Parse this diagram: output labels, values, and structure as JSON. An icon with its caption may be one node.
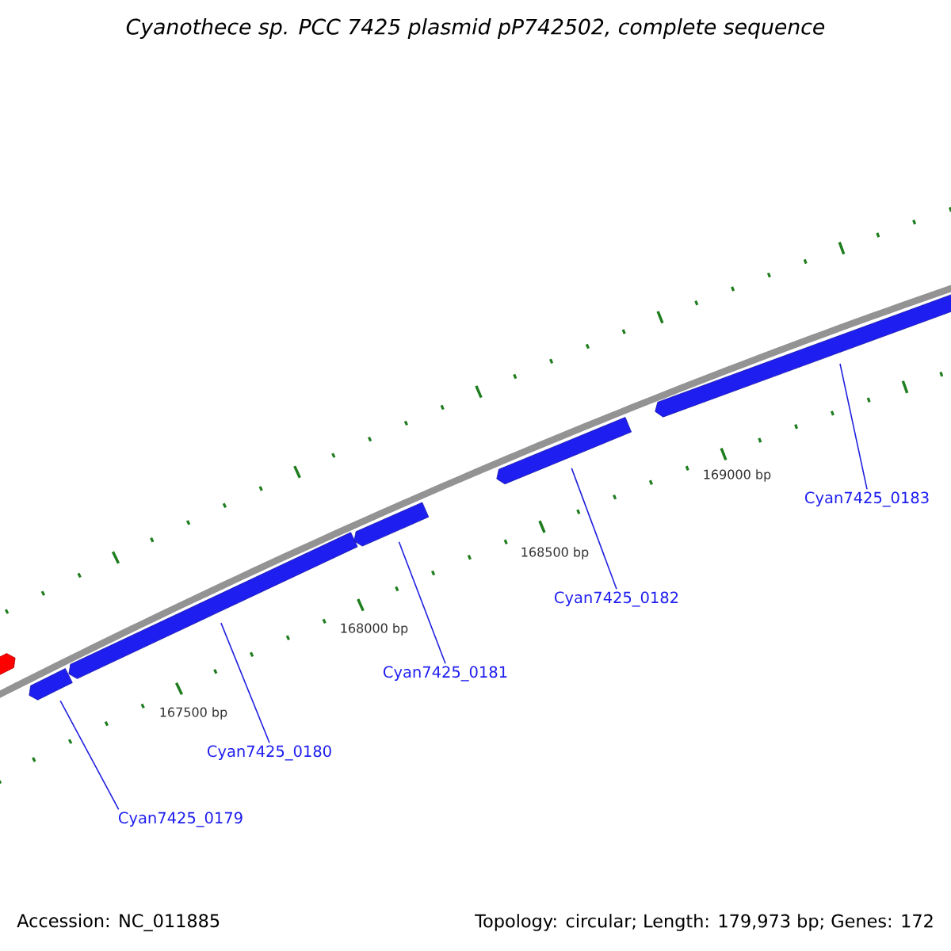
{
  "diagram": {
    "title": "Cyanothece sp. PCC 7425 plasmid pP742502, complete sequence",
    "nodes": [
      {
        "text": [],
        "shape": "arrow"
      },
      {
        "text": [],
        "shape": "arrow"
      },
      {
        "text": [],
        "shape": "arrow"
      },
      {
        "text": [],
        "shape": "arrow"
      },
      {
        "text": [],
        "shape": "arrow"
      },
      {
        "text": [],
        "shape": "arrow"
      },
      {
        "text": [
          "Cyan7425_0183"
        ]
      },
      {
        "text": [
          "Cyan7425_0182"
        ]
      },
      {
        "text": [
          "Cyan7425_0181"
        ]
      },
      {
        "text": [
          "Cyan7425_0180"
        ]
      },
      {
        "text": [
          "Cyan7425_0179"
        ]
      }
    ],
    "edges": [
      {
        "from": 6,
        "to": 5,
        "arrow": "none"
      },
      {
        "from": 7,
        "to": 4,
        "arrow": "none"
      },
      {
        "from": 8,
        "to": 3,
        "arrow": "none"
      },
      {
        "from": 9,
        "to": 2,
        "arrow": "none"
      },
      {
        "from": 10,
        "to": 1,
        "arrow": "none"
      }
    ],
    "labels": [
      "169000 bp",
      "168500 bp",
      "168000 bp",
      "167500 bp",
      "Accession: NC_011885",
      "Topology: circular; Length: 179,973 bp; Genes: 172"
    ]
  }
}
